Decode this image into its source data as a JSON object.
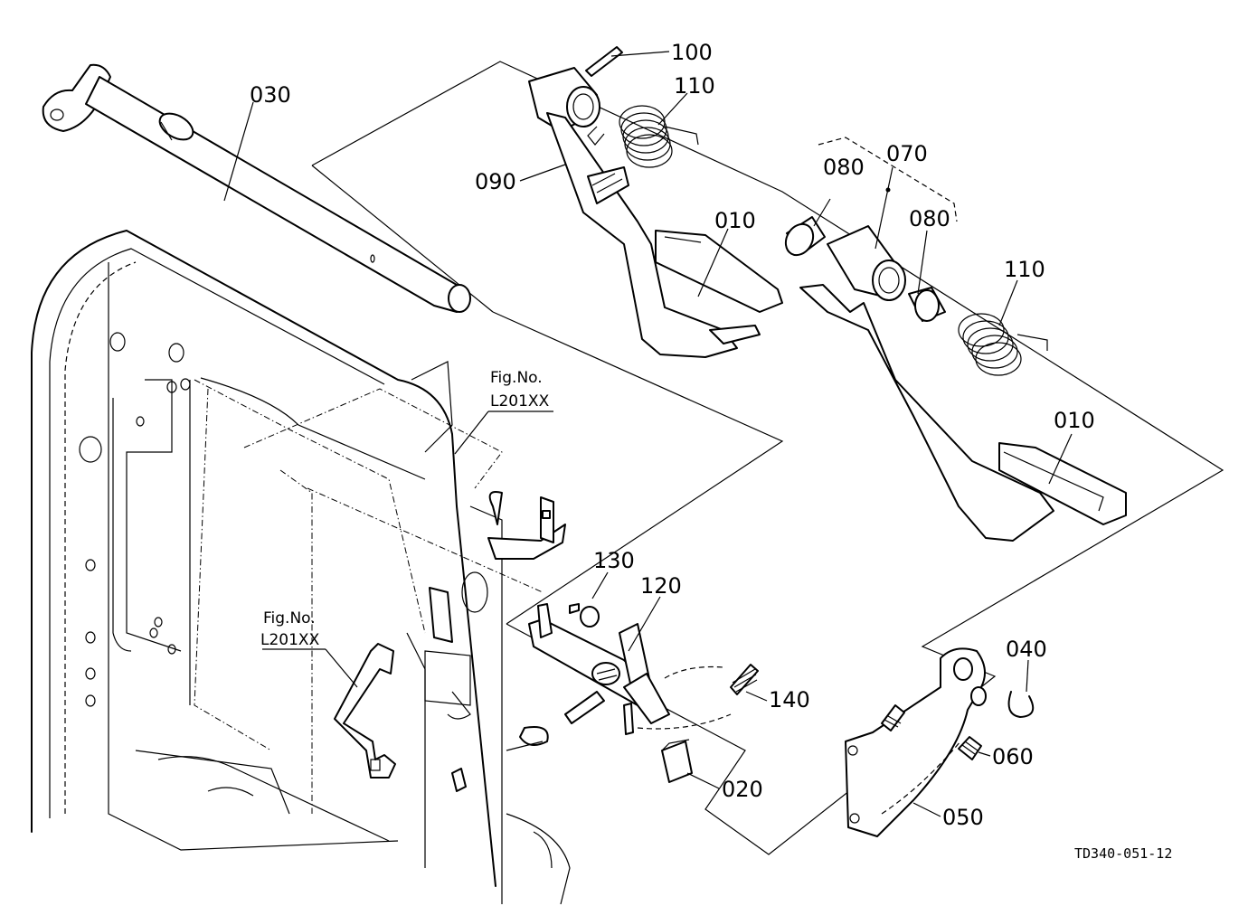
{
  "labels": {
    "p100": "100",
    "p110a": "110",
    "p030": "030",
    "p090": "090",
    "p070": "070",
    "p080a": "080",
    "p080b": "080",
    "p010a": "010",
    "p110b": "110",
    "p010b": "010",
    "p130": "130",
    "p120": "120",
    "p140": "140",
    "p020": "020",
    "p040": "040",
    "p060": "060",
    "p050": "050"
  },
  "references": {
    "upper": {
      "fig": "Fig.No.",
      "code": "L201XX"
    },
    "lower": {
      "fig": "Fig.No.",
      "code": "L201XX"
    }
  },
  "drawing_code": "TD340-051-12"
}
